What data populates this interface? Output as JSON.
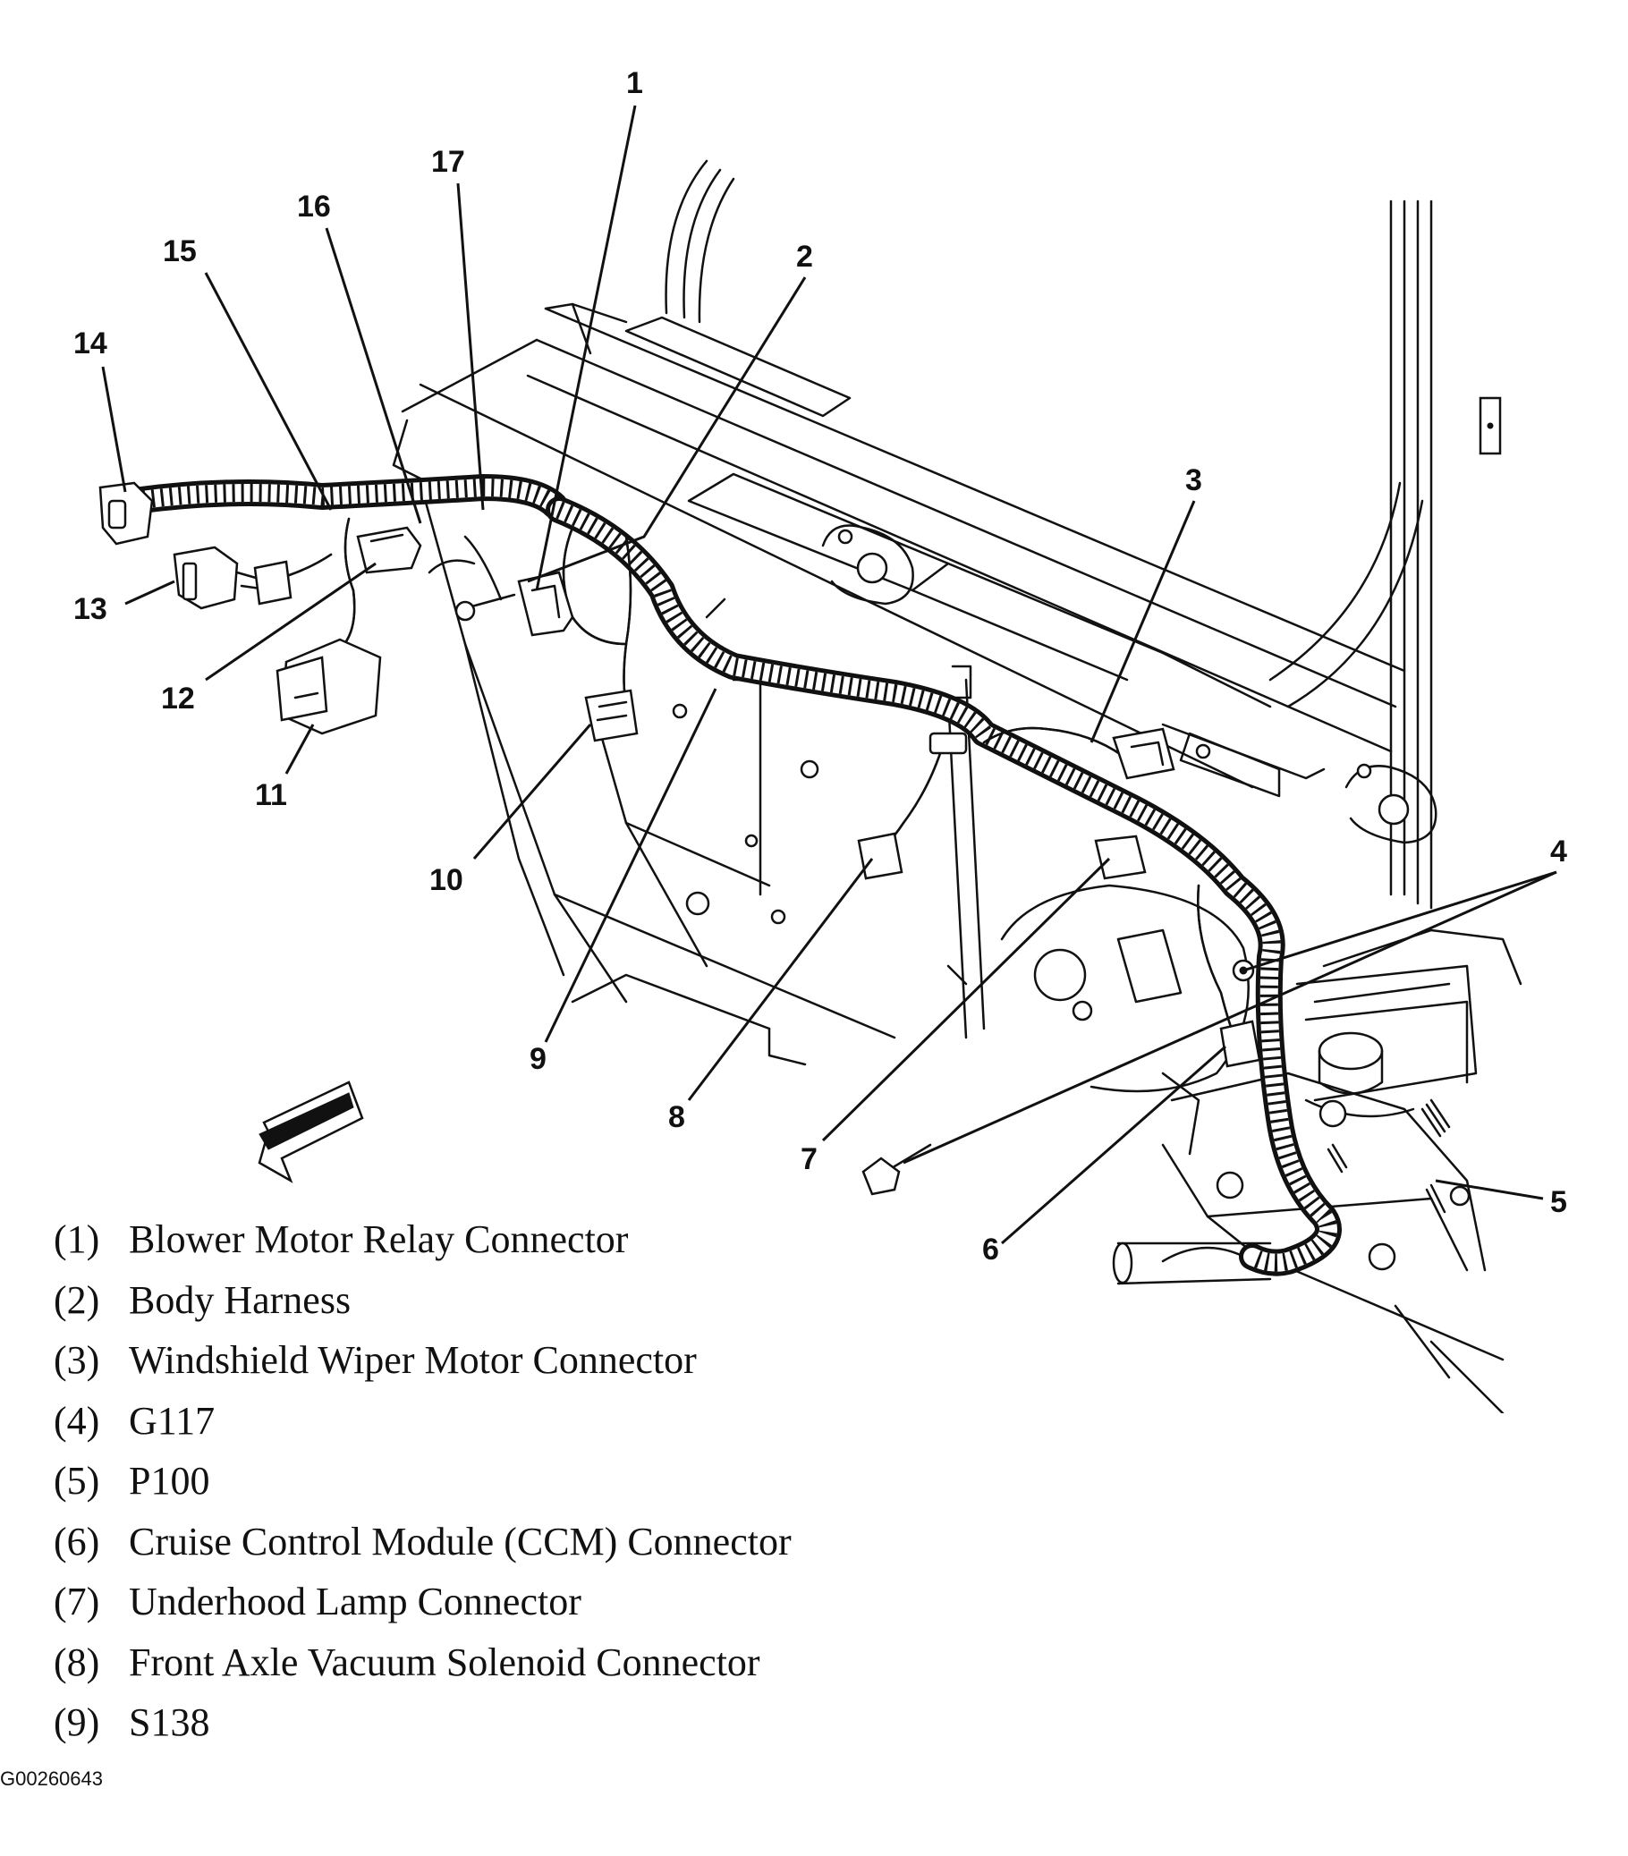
{
  "callouts": [
    {
      "n": "1"
    },
    {
      "n": "2"
    },
    {
      "n": "3"
    },
    {
      "n": "4"
    },
    {
      "n": "5"
    },
    {
      "n": "6"
    },
    {
      "n": "7"
    },
    {
      "n": "8"
    },
    {
      "n": "9"
    },
    {
      "n": "10"
    },
    {
      "n": "11"
    },
    {
      "n": "12"
    },
    {
      "n": "13"
    },
    {
      "n": "14"
    },
    {
      "n": "15"
    },
    {
      "n": "16"
    },
    {
      "n": "17"
    }
  ],
  "legend": [
    {
      "num": "(1)",
      "label": "Blower Motor Relay Connector"
    },
    {
      "num": "(2)",
      "label": "Body Harness"
    },
    {
      "num": "(3)",
      "label": "Windshield Wiper Motor Connector"
    },
    {
      "num": "(4)",
      "label": "G117"
    },
    {
      "num": "(5)",
      "label": "P100"
    },
    {
      "num": "(6)",
      "label": "Cruise Control Module (CCM) Connector"
    },
    {
      "num": "(7)",
      "label": "Underhood Lamp Connector"
    },
    {
      "num": "(8)",
      "label": "Front Axle Vacuum Solenoid Connector"
    },
    {
      "num": "(9)",
      "label": "S138"
    }
  ],
  "figure_id": "G00260643",
  "colors": {
    "ink": "#111111",
    "paper": "#ffffff"
  },
  "icons": {
    "forward_arrow": "forward-direction-arrow-icon"
  }
}
